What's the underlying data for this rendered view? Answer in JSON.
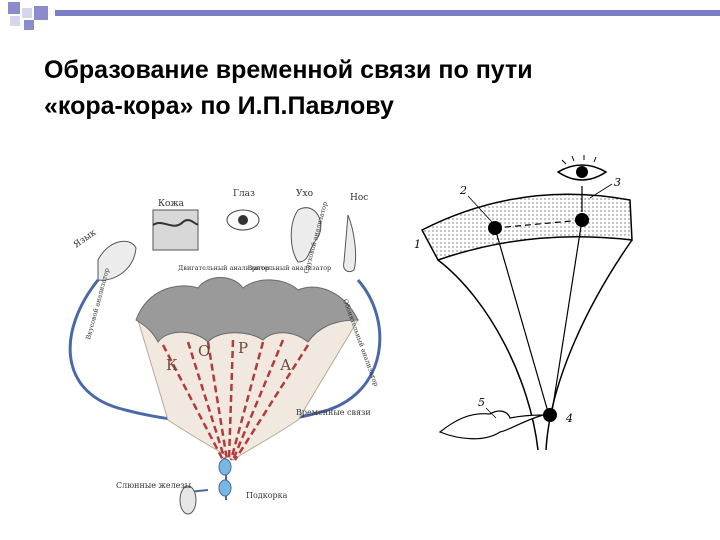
{
  "title": {
    "line1": "Образование временной связи по пути",
    "line2": "«кора-кора» по И.П.Павлову"
  },
  "colors": {
    "accent_square": "#8a8ccc",
    "light_square": "#d5d6ec",
    "title_bar": "#7b7ec4",
    "cortex_fill": "#9a9a9a",
    "brain_fill": "#f1e9df",
    "pathway": "#b23b3b",
    "loop": "#4a68a8",
    "node": "#78b8e0"
  },
  "left_diagram": {
    "organs": {
      "tongue": "Язык",
      "skin": "Кожа",
      "eye": "Глаз",
      "ear": "Ухо",
      "nose": "Нос"
    },
    "analyzers": {
      "taste": "Вкусовой анализатор",
      "motor": "Двигательный анализатор",
      "visual": "Зрительный анализатор",
      "auditory": "Слуховой анализатор",
      "olfactory": "Обонятельный анализатор"
    },
    "cortex_letters": [
      "К",
      "О",
      "Р",
      "А"
    ],
    "temporary_links": "Временные связи",
    "salivary_gland": "Слюнные железы",
    "subcortex": "Подкорка"
  },
  "right_diagram": {
    "labels": [
      "1",
      "2",
      "3",
      "4",
      "5"
    ]
  }
}
